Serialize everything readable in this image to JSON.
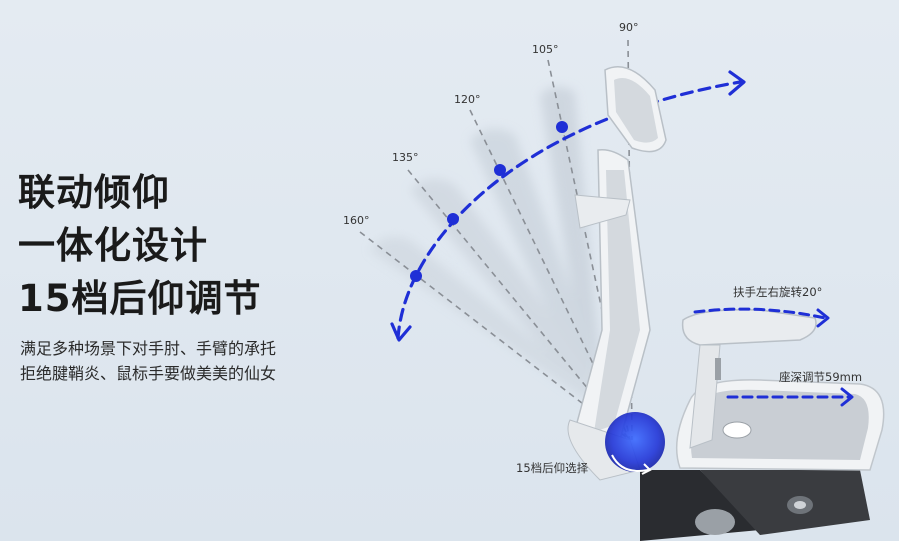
{
  "headline": {
    "line1": "联动倾仰",
    "line2": "一体化设计",
    "line3": "15档后仰调节"
  },
  "description": {
    "line1": "满足多种场景下对手肘、手臂的承托",
    "line2": "拒绝腱鞘炎、鼠标手要做美美的仙女"
  },
  "angles": [
    "90°",
    "105°",
    "120°",
    "135°",
    "160°"
  ],
  "annotations": {
    "armrest_rotate": "扶手左右旋转20°",
    "seat_depth": "座深调节59mm",
    "recline_select": "15档后仰选择"
  },
  "colors": {
    "accent_blue": "#1f2fd6",
    "guide_gray": "#8a8f96",
    "chair_white": "#f1f3f5",
    "mesh_gray": "#c9ced4"
  }
}
